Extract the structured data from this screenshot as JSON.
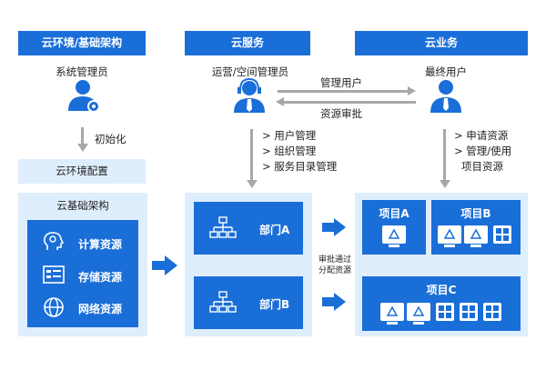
{
  "headers": {
    "infra": "云环境/基础架构",
    "service": "云服务",
    "business": "云业务"
  },
  "roles": {
    "sysadmin": "系统管理员",
    "opsadmin": "运营/空间管理员",
    "enduser": "最终用户"
  },
  "flows": {
    "manage_users": "管理用户",
    "resource_approval": "资源审批",
    "init": "初始化",
    "approve_allocate_1": "审批通过",
    "approve_allocate_2": "分配资源"
  },
  "ops_list": [
    "> 用户管理",
    "> 组织管理",
    "> 服务目录管理"
  ],
  "user_list": [
    "> 申请资源",
    "> 管理/使用",
    "项目资源"
  ],
  "infra": {
    "config_label": "云环境配置",
    "arch_title": "云基础架构",
    "resources": [
      "计算资源",
      "存储资源",
      "网络资源"
    ]
  },
  "departments": [
    "部门A",
    "部门B"
  ],
  "projects": [
    "项目A",
    "项目B",
    "项目C"
  ],
  "colors": {
    "primary": "#1a6ed8",
    "light_panel": "#dfeefc",
    "arrow_gray": "#a8a8a8"
  }
}
